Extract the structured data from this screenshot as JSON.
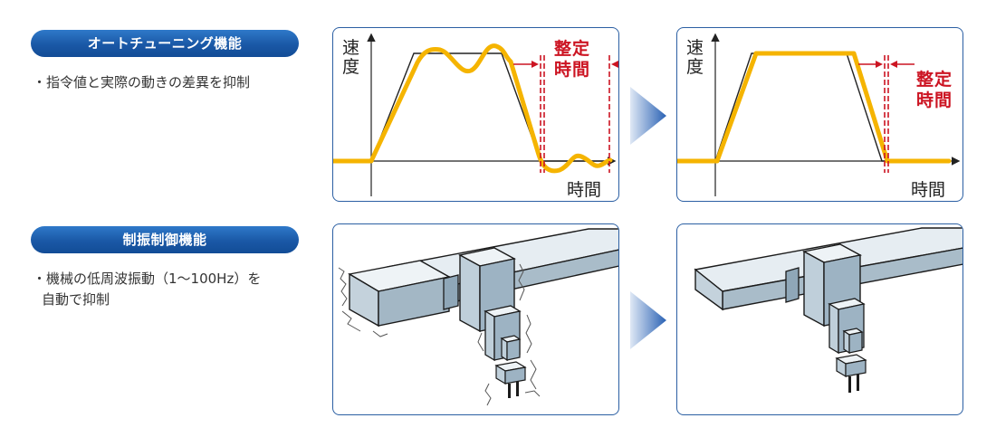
{
  "auto_tuning": {
    "title": "オートチューニング機能",
    "bullet": "・指令値と実際の動きの差異を抑制"
  },
  "vibration_control": {
    "title": "制振制御機能",
    "bullet_line1": "・機械の低周波振動（1～100Hz）を",
    "bullet_line2": "自動で抑制"
  },
  "graph_before": {
    "y_axis_label": "速度",
    "x_axis_label": "時間",
    "settling_label_1": "整定",
    "settling_label_2": "時間"
  },
  "graph_after": {
    "y_axis_label": "速度",
    "x_axis_label": "時間",
    "settling_label_1": "整定",
    "settling_label_2": "時間"
  },
  "colors": {
    "accent_blue": "#1a58a6",
    "response_curve": "#f5b400",
    "settling_marker": "#cc1422",
    "machine_face": "#c9d6e0"
  }
}
